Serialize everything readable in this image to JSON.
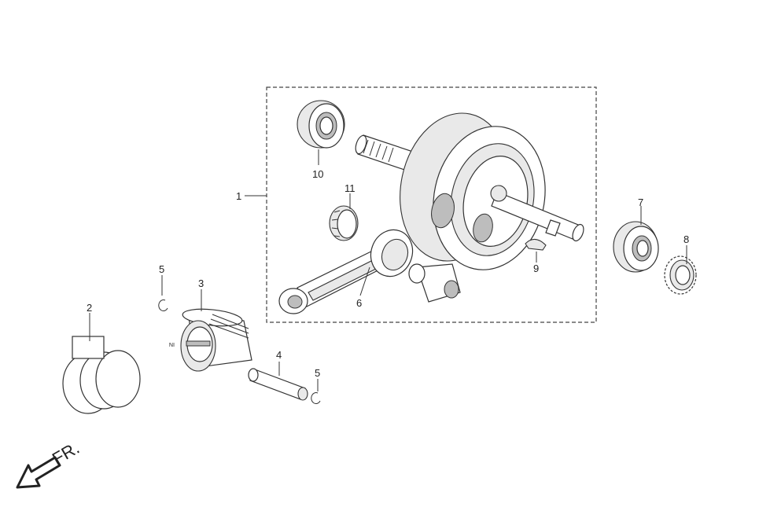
{
  "labels": {
    "p1": "1",
    "p2": "2",
    "p3": "3",
    "p4": "4",
    "p5a": "5",
    "p5b": "5",
    "p6": "6",
    "p7": "7",
    "p8": "8",
    "p9": "9",
    "p10": "10",
    "p11": "11"
  },
  "direction_label": "FR.",
  "piston_mark": "IN"
}
